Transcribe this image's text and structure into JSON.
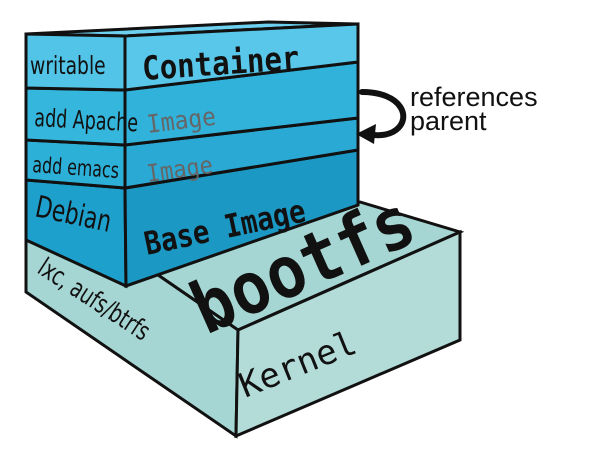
{
  "layers": {
    "container": {
      "side": "writable",
      "front": "Container"
    },
    "apache": {
      "side": "add Apache",
      "front": "Image"
    },
    "emacs": {
      "side": "add emacs",
      "front": "Image"
    },
    "base": {
      "side": "Debian",
      "front": "Base Image"
    },
    "kernel": {
      "side": "lxc, aufs/btrfs",
      "top": "bootfs",
      "front": "Kernel"
    }
  },
  "annotation": {
    "line1": "references",
    "line2": "parent"
  },
  "colors": {
    "container": "#5bc8e8",
    "image": "#2fb2d8",
    "base": "#1a9cc8",
    "kernel": "#a8d8d6",
    "outline": "#111111"
  }
}
